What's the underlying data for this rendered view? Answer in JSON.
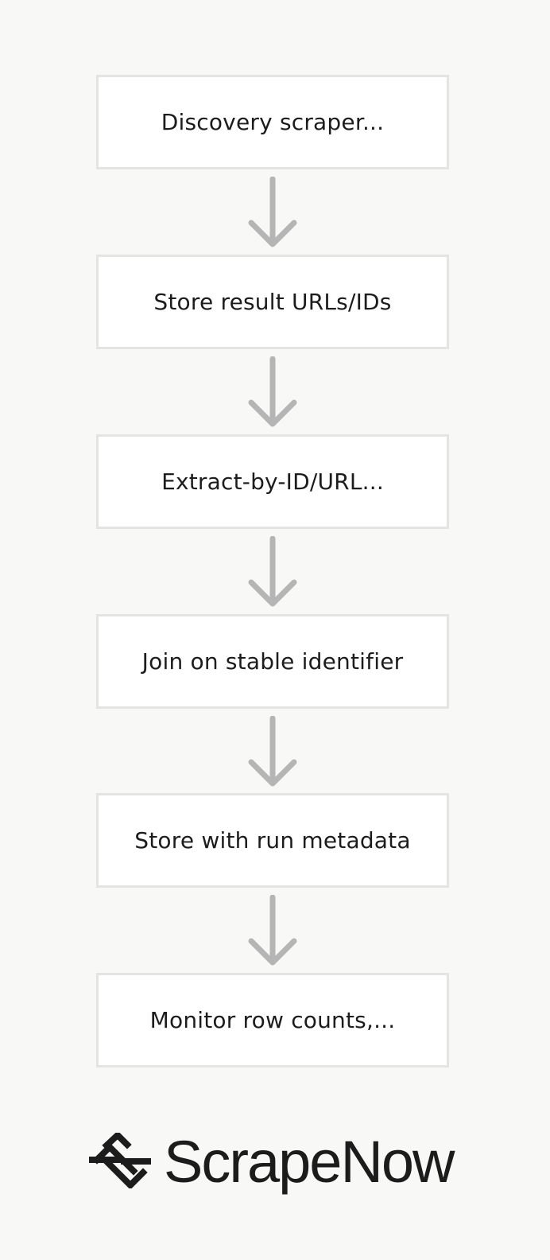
{
  "steps": [
    {
      "label": "Discovery scraper..."
    },
    {
      "label": "Store result URLs/IDs"
    },
    {
      "label": "Extract-by-ID/URL..."
    },
    {
      "label": "Join on stable identifier"
    },
    {
      "label": "Store with run metadata"
    },
    {
      "label": "Monitor row counts,..."
    }
  ],
  "brand": {
    "name": "ScrapeNow",
    "logo_icon": "scrapenow-logo-icon"
  },
  "colors": {
    "background": "#f8f8f7",
    "box_border": "#e4e4e3",
    "arrow": "#b5b5b5",
    "text": "#1c1c1c"
  }
}
